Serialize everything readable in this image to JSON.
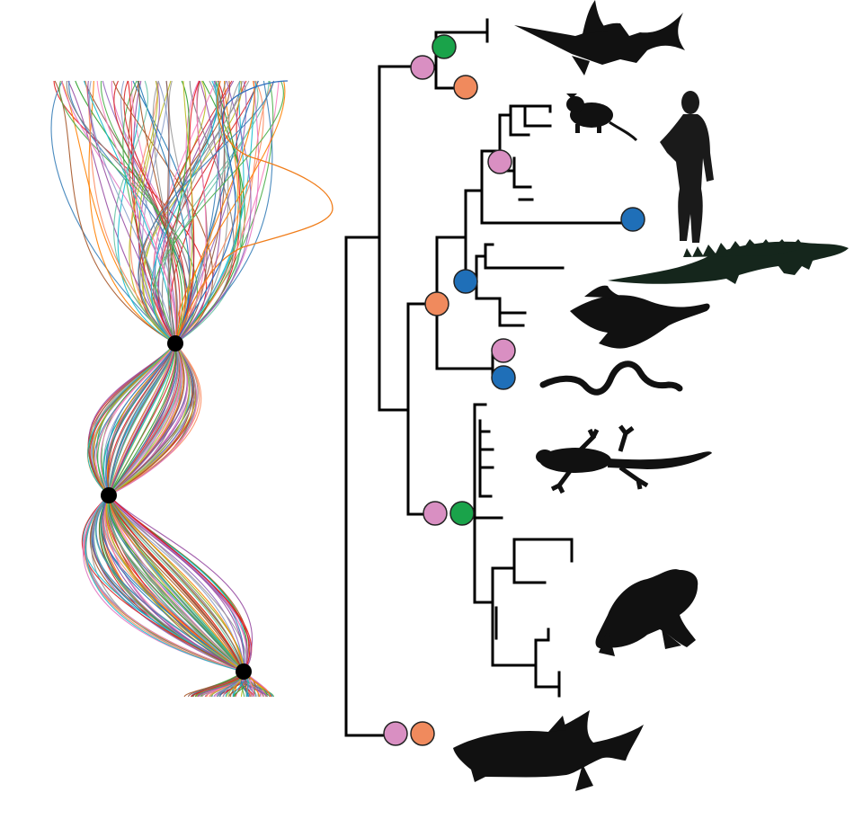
{
  "colors": {
    "background": "#ffffff",
    "branch": "#000000",
    "node_pink": "#d98fc2",
    "node_green": "#1aa34a",
    "node_orange": "#f08a5d",
    "node_blue": "#1f6fb8",
    "silhouette": "#111111",
    "crocodile": "#15261c",
    "wave_palette": [
      "#e41a1c",
      "#377eb8",
      "#4daf4a",
      "#984ea3",
      "#ff7f00",
      "#a65628",
      "#f781bf",
      "#999999",
      "#17becf",
      "#bcbd22",
      "#d62728",
      "#1f77b4",
      "#2ca02c",
      "#9467bd",
      "#8c564b",
      "#e377c2",
      "#7f7f7f",
      "#66c2a5",
      "#fc8d62",
      "#8da0cb"
    ]
  },
  "wave_panel": {
    "curve_count": 90,
    "anchor_nodes": [
      "anchor-node-1",
      "anchor-node-2",
      "anchor-node-3"
    ]
  },
  "tree": {
    "node_markers": [
      {
        "name": "node-marker-swordfish-pink",
        "color": "pink"
      },
      {
        "name": "node-marker-swordfish-green",
        "color": "green"
      },
      {
        "name": "node-marker-swordfish-orange",
        "color": "orange"
      },
      {
        "name": "node-marker-rodent-pink",
        "color": "pink"
      },
      {
        "name": "node-marker-human-blue",
        "color": "blue"
      },
      {
        "name": "node-marker-amniote-blue",
        "color": "blue"
      },
      {
        "name": "node-marker-tetrapod-orange",
        "color": "orange"
      },
      {
        "name": "node-marker-snake-pink",
        "color": "pink"
      },
      {
        "name": "node-marker-snake-blue",
        "color": "blue"
      },
      {
        "name": "node-marker-amphibian-pink",
        "color": "pink"
      },
      {
        "name": "node-marker-amphibian-green",
        "color": "green"
      },
      {
        "name": "node-marker-shark-pink",
        "color": "pink"
      },
      {
        "name": "node-marker-shark-orange",
        "color": "orange"
      }
    ]
  },
  "silhouettes": [
    {
      "name": "swordfish-silhouette"
    },
    {
      "name": "rat-silhouette"
    },
    {
      "name": "human-silhouette"
    },
    {
      "name": "crocodile-silhouette"
    },
    {
      "name": "bird-silhouette"
    },
    {
      "name": "snake-silhouette"
    },
    {
      "name": "gecko-silhouette"
    },
    {
      "name": "frog-silhouette"
    },
    {
      "name": "shark-silhouette"
    }
  ]
}
